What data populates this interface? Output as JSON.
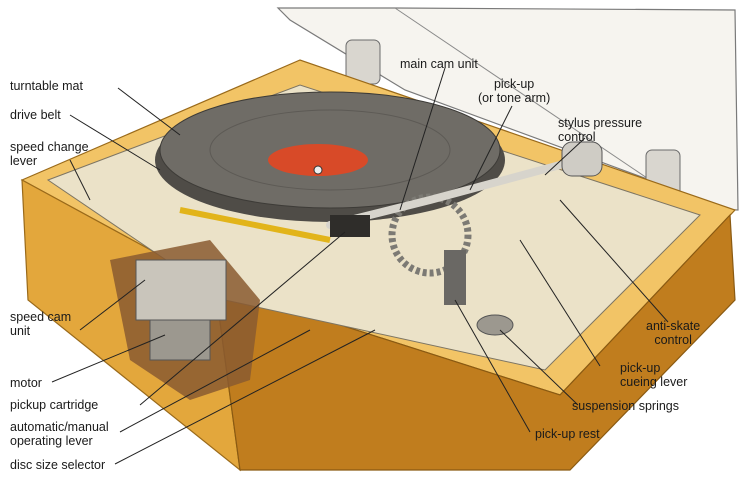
{
  "labels": {
    "turntable_mat": "turntable mat",
    "drive_belt": "drive belt",
    "speed_change_lever": "speed change\nlever",
    "speed_cam_unit": "speed cam\nunit",
    "motor": "motor",
    "pickup_cartridge": "pickup cartridge",
    "auto_manual_lever": "automatic/manual\noperating lever",
    "disc_size_selector": "disc size selector",
    "main_cam_unit": "main cam unit",
    "pick_up_tone_arm": "pick-up\n(or tone arm)",
    "stylus_pressure_control": "stylus pressure\ncontrol",
    "anti_skate_control": "anti-skate\ncontrol",
    "pick_up_cueing_lever": "pick-up\ncueing lever",
    "suspension_springs": "suspension springs",
    "pick_up_rest": "pick-up rest"
  },
  "colors": {
    "base_wood": "#e3a73c",
    "base_wood_dark": "#c07d1e",
    "base_top": "#f2c466",
    "plinth": "#ebe2c8",
    "record": "#6f6c66",
    "record_dark": "#4f4c47",
    "label_red": "#d84a28",
    "arm_yellow": "#e2b41a",
    "metal": "#bdbab2",
    "leader": "#222222"
  }
}
